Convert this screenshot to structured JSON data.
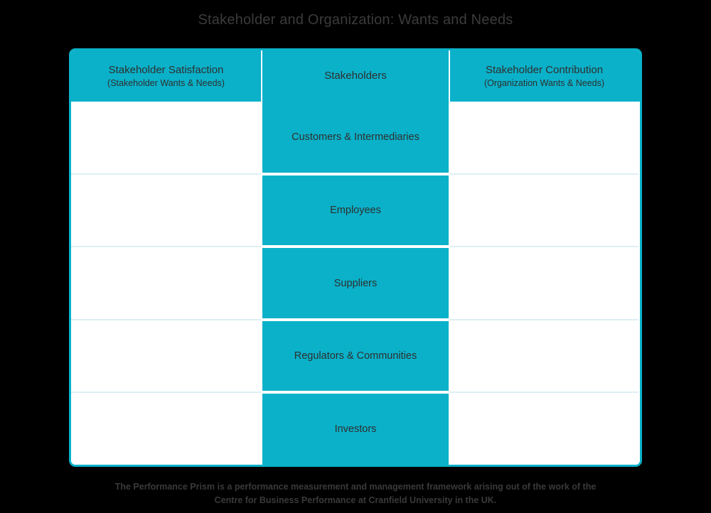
{
  "title": "Stakeholder and Organization: Wants and Needs",
  "columns": {
    "satisfaction": {
      "main": "Stakeholder Satisfaction",
      "sub": "(Stakeholder Wants & Needs)"
    },
    "stakeholders": {
      "main": "Stakeholders",
      "sub": ""
    },
    "contribution": {
      "main": "Stakeholder Contribution",
      "sub": "(Organization Wants & Needs)"
    }
  },
  "rows": [
    {
      "stakeholder": "Customers & Intermediaries",
      "satisfaction": "",
      "contribution": ""
    },
    {
      "stakeholder": "Employees",
      "satisfaction": "",
      "contribution": ""
    },
    {
      "stakeholder": "Suppliers",
      "satisfaction": "",
      "contribution": ""
    },
    {
      "stakeholder": "Regulators & Communities",
      "satisfaction": "",
      "contribution": ""
    },
    {
      "stakeholder": "Investors",
      "satisfaction": "",
      "contribution": ""
    }
  ],
  "footnote": {
    "line1": "The Performance Prism is a performance measurement and management framework arising out of the work of the",
    "line2": "Centre for Business Performance at Cranfield University in the UK."
  },
  "colors": {
    "accent": "#0ab1c9",
    "background": "#000000",
    "cell_background": "#ffffff",
    "text": "#2f2f2f",
    "divider": "#deeff4"
  }
}
